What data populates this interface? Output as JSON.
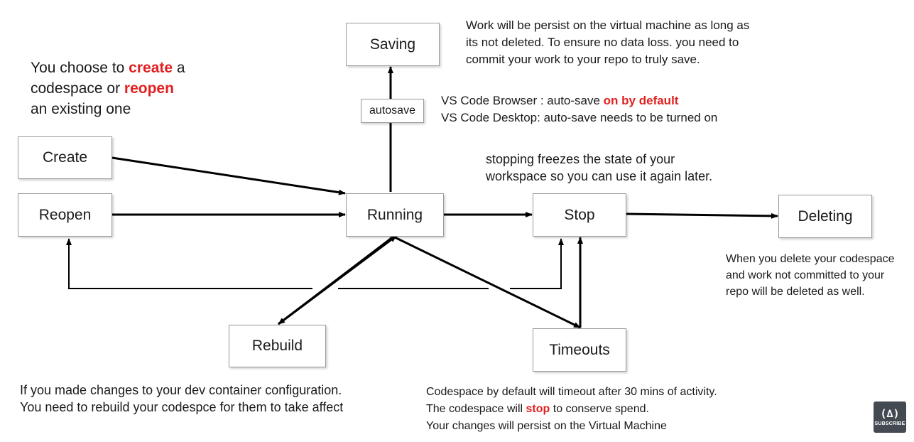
{
  "nodes": {
    "saving": "Saving",
    "autosave": "autosave",
    "create": "Create",
    "reopen": "Reopen",
    "running": "Running",
    "stop": "Stop",
    "deleting": "Deleting",
    "rebuild": "Rebuild",
    "timeouts": "Timeouts"
  },
  "notes": {
    "choose": {
      "l1_pre": "You choose to ",
      "l1_hl": "create",
      "l1_post": " a",
      "l2_pre": "codespace or ",
      "l2_hl": "reopen",
      "l3": "an existing one"
    },
    "persist": {
      "l1": "Work will be persist on the virtual machine as long as",
      "l2": "its not deleted. To ensure no data loss. you need to",
      "l3": "commit your work to your repo to truly save."
    },
    "vscode": {
      "l1_pre": "VS Code Browser : auto-save ",
      "l1_hl": "on by default",
      "l2": "VS Code Desktop: auto-save needs to be turned on"
    },
    "stopping": {
      "l1": "stopping freezes the state of your",
      "l2": "workspace so you can use it again later."
    },
    "delete": {
      "l1": "When you delete your codespace",
      "l2": "and work not committed to your",
      "l3": "repo will be deleted as well."
    },
    "rebuild": {
      "l1": "If you made changes to your dev container configuration.",
      "l2": "You need to rebuild your codespce for them to take affect"
    },
    "timeout": {
      "l1": "Codespace by default will timeout after 30 mins of activity.",
      "l2_pre": "The codespace will ",
      "l2_hl": "stop",
      "l2_post": " to conserve spend.",
      "l3": "Your changes will persist on the Virtual Machine"
    }
  },
  "badge": {
    "glyph": "(∆)",
    "label": "SUBSCRIBE"
  },
  "colors": {
    "highlight": "#e02020",
    "line": "#000000",
    "box_border": "#9a9a9a"
  }
}
